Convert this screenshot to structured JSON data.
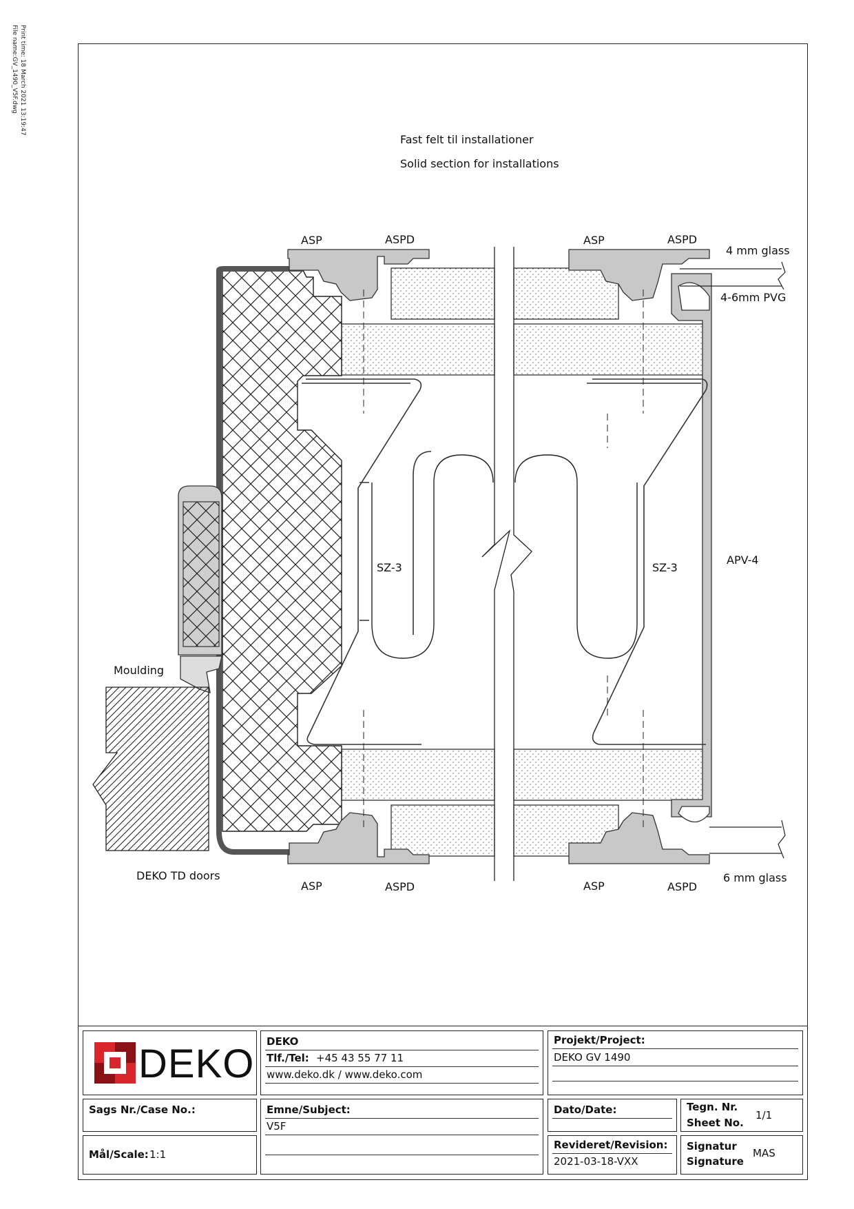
{
  "print_meta": {
    "print_time": "Print time: 18 March 2021 13:19:47",
    "file_name": "File name:GV_1490_V5F.dwg"
  },
  "heading": {
    "line1": "Fast felt til installationer",
    "line2": "Solid section for installations"
  },
  "labels": {
    "asp": "ASP",
    "aspd": "ASPD",
    "glass_top": "4 mm glass",
    "pvg": "4-6mm PVG",
    "sz3": "SZ-3",
    "apv4": "APV-4",
    "moulding": "Moulding",
    "doors": "DEKO TD doors",
    "glass_bottom": "6 mm glass"
  },
  "logo": {
    "text": "DEKO",
    "color": "#d9262c"
  },
  "title_block": {
    "company": "DEKO",
    "tel_key": "Tlf./Tel:",
    "tel_val": "+45 43 55 77 11",
    "web": "www.deko.dk / www.deko.com",
    "project_key": "Projekt/Project:",
    "project_val": "DEKO GV 1490",
    "case_key": "Sags Nr./Case No.:",
    "subject_key": "Emne/Subject:",
    "subject_val": "V5F",
    "date_key": "Dato/Date:",
    "sheet_key1": "Tegn. Nr.",
    "sheet_key2": "Sheet No.",
    "sheet_val": "1/1",
    "scale_key": "Mål/Scale:",
    "scale_val": "1:1",
    "revision_key": "Revideret/Revision:",
    "revision_val": "2021-03-18-VXX",
    "signature_key1": "Signatur",
    "signature_key2": "Signature",
    "signature_val": "MAS"
  }
}
